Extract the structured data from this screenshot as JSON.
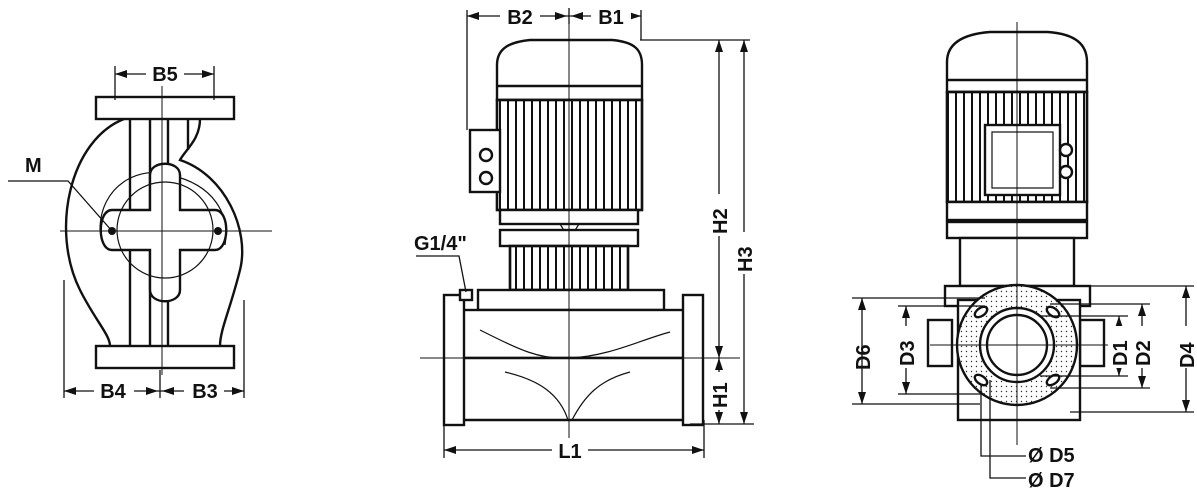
{
  "labels": {
    "B5": "B5",
    "M": "M",
    "B4": "B4",
    "B3": "B3",
    "B2": "B2",
    "B1": "B1",
    "G1_4": "G1/4\"",
    "L1": "L1",
    "H1": "H1",
    "H2": "H2",
    "H3": "H3",
    "D6": "D6",
    "D3": "D3",
    "D1": "D1",
    "D2": "D2",
    "D4": "D4",
    "D5": "Ø D5",
    "D7": "Ø D7"
  }
}
